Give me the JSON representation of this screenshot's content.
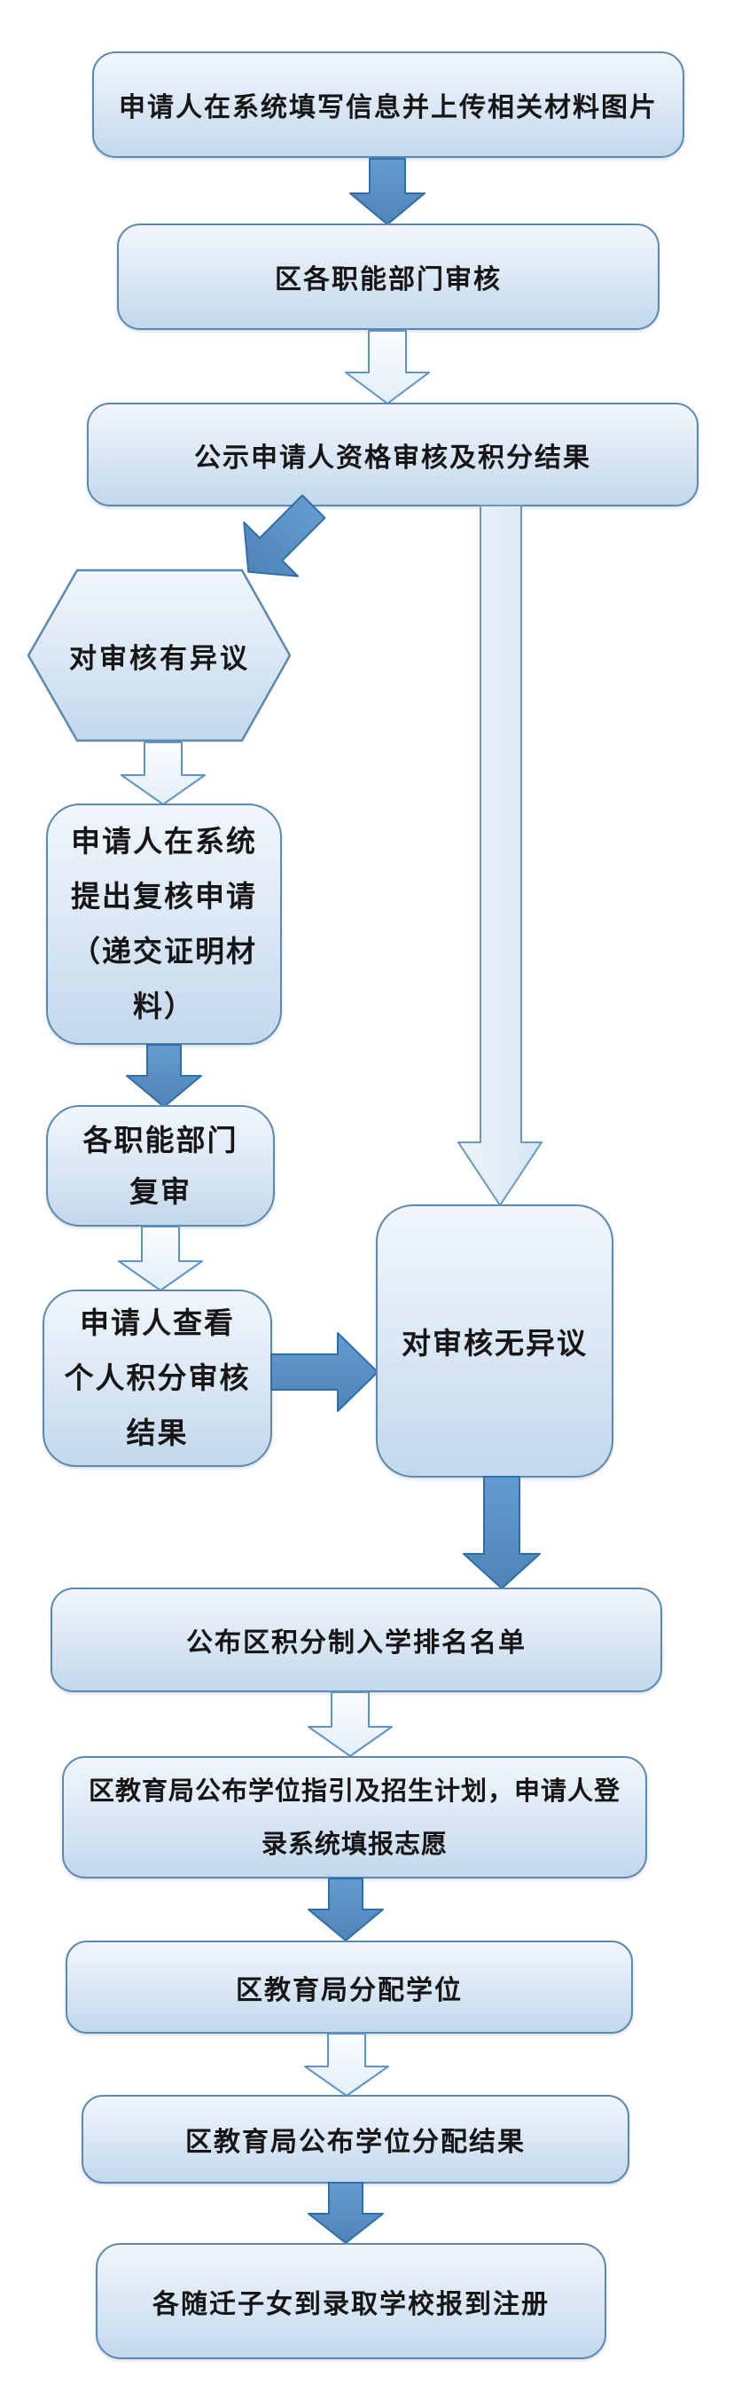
{
  "diagram": {
    "kind": "flowchart",
    "language": "zh-CN",
    "background": "#ffffff"
  },
  "palette": {
    "box_border": "#5e89ae",
    "box_fill_top": "#f1f6fc",
    "box_fill_bottom": "#c2d8ec",
    "solid_arrow_fill": "#5b93c9",
    "solid_arrow_border": "#2f6fa7",
    "outline_arrow_fill": "#f7fbfe",
    "outline_arrow_border": "#5e93c9",
    "text_color": "#161616"
  },
  "nodes": [
    {
      "id": "apply",
      "shape": "rounded-rect",
      "label": "申请人在系统填写信息并上传相关材料图片",
      "lines": [
        "申请人在系统填写信息并上传相关材料图片"
      ]
    },
    {
      "id": "dept-review",
      "shape": "rounded-rect",
      "label": "区各职能部门审核",
      "lines": [
        "区各职能部门审核"
      ]
    },
    {
      "id": "publish-results",
      "shape": "rounded-rect",
      "label": "公示申请人资格审核及积分结果",
      "lines": [
        "公示申请人资格审核及积分结果"
      ]
    },
    {
      "id": "objection",
      "shape": "hexagon",
      "label": "对审核有异议",
      "lines": [
        "对审核有异议"
      ]
    },
    {
      "id": "recheck-request",
      "shape": "rounded-rect",
      "label": "申请人在系统提出复核申请（递交证明材料）",
      "lines": [
        "申请人在系统",
        "提出复核申请",
        "（递交证明材",
        "料）"
      ]
    },
    {
      "id": "dept-recheck",
      "shape": "rounded-rect",
      "label": "各职能部门复审",
      "lines": [
        "各职能部门",
        "复审"
      ]
    },
    {
      "id": "view-result",
      "shape": "rounded-rect",
      "label": "申请人查看个人积分审核结果",
      "lines": [
        "申请人查看",
        "个人积分审核",
        "结果"
      ]
    },
    {
      "id": "no-objection",
      "shape": "rounded-rect",
      "label": "对审核无异议",
      "lines": [
        "对审核无异议"
      ]
    },
    {
      "id": "ranking-list",
      "shape": "rounded-rect",
      "label": "公布区积分制入学排名名单",
      "lines": [
        "公布区积分制入学排名名单"
      ]
    },
    {
      "id": "guide-plan",
      "shape": "rounded-rect",
      "label": "区教育局公布学位指引及招生计划，申请人登录系统填报志愿",
      "lines": [
        "区教育局公布学位指引及招生计划，申请人登",
        "录系统填报志愿"
      ]
    },
    {
      "id": "allocate-places",
      "shape": "rounded-rect",
      "label": "区教育局分配学位",
      "lines": [
        "区教育局分配学位"
      ]
    },
    {
      "id": "publish-allocation",
      "shape": "rounded-rect",
      "label": "区教育局公布学位分配结果",
      "lines": [
        "区教育局公布学位分配结果"
      ]
    },
    {
      "id": "register",
      "shape": "rounded-rect",
      "label": "各随迁子女到录取学校报到注册",
      "lines": [
        "各随迁子女到录取学校报到注册"
      ]
    }
  ],
  "edges": [
    {
      "from": "apply",
      "to": "dept-review",
      "style": "solid",
      "direction": "down"
    },
    {
      "from": "dept-review",
      "to": "publish-results",
      "style": "outline",
      "direction": "down"
    },
    {
      "from": "publish-results",
      "to": "objection",
      "style": "solid",
      "direction": "down-left"
    },
    {
      "from": "publish-results",
      "to": "no-objection",
      "style": "outline",
      "direction": "down-long"
    },
    {
      "from": "objection",
      "to": "recheck-request",
      "style": "outline",
      "direction": "down"
    },
    {
      "from": "recheck-request",
      "to": "dept-recheck",
      "style": "solid",
      "direction": "down"
    },
    {
      "from": "dept-recheck",
      "to": "view-result",
      "style": "outline",
      "direction": "down"
    },
    {
      "from": "view-result",
      "to": "no-objection",
      "style": "solid",
      "direction": "right"
    },
    {
      "from": "no-objection",
      "to": "ranking-list",
      "style": "solid",
      "direction": "down"
    },
    {
      "from": "ranking-list",
      "to": "guide-plan",
      "style": "outline",
      "direction": "down"
    },
    {
      "from": "guide-plan",
      "to": "allocate-places",
      "style": "solid",
      "direction": "down"
    },
    {
      "from": "allocate-places",
      "to": "publish-allocation",
      "style": "outline",
      "direction": "down"
    },
    {
      "from": "publish-allocation",
      "to": "register",
      "style": "solid",
      "direction": "down"
    }
  ]
}
